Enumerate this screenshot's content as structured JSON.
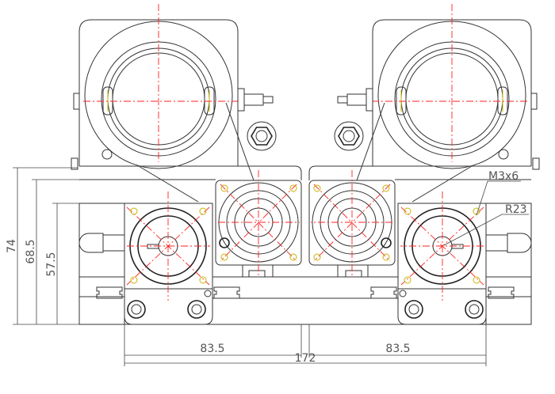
{
  "drawing": {
    "dimensions": {
      "height_total": "74",
      "height_mid": "68.5",
      "height_low": "57.5",
      "width_left": "83.5",
      "width_right": "83.5",
      "width_total": "172"
    },
    "annotations": {
      "thread": "M3x6",
      "radius": "R23"
    },
    "colors": {
      "outline": "#333333",
      "centerline": "#ff2222",
      "hole": "#c8b400"
    }
  }
}
